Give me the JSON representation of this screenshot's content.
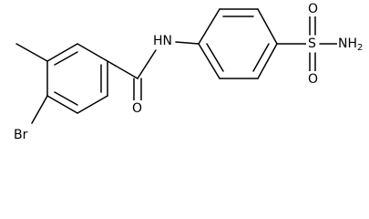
{
  "molecule": {
    "atoms": {
      "bromine": "Br",
      "amide_nitrogen": "HN",
      "carbonyl_oxygen": "O",
      "sulfur": "S",
      "sulfonyl_oxygen_top": "O",
      "sulfonyl_oxygen_bottom": "O",
      "sulfonamide_nitrogen": "NH",
      "sulfonamide_subscript": "2"
    }
  }
}
